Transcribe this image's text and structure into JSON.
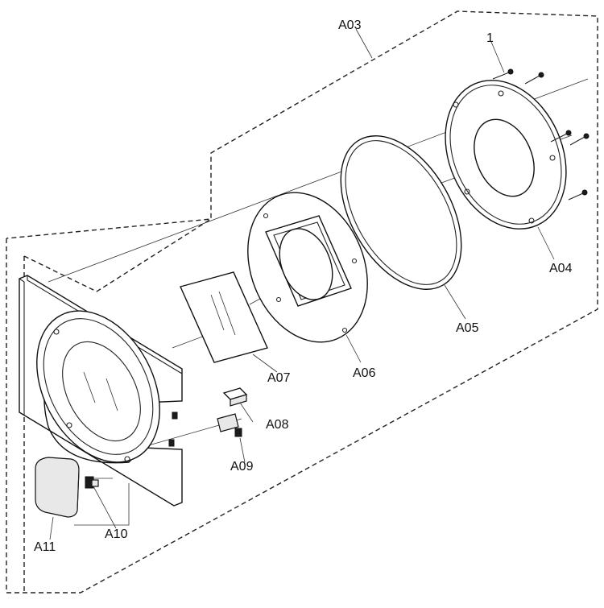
{
  "labels": {
    "a03": "A03",
    "screw": "1",
    "a04": "A04",
    "a05": "A05",
    "a06": "A06",
    "a07": "A07",
    "a08": "A08",
    "a09": "A09",
    "a10": "A10",
    "a11": "A11"
  }
}
